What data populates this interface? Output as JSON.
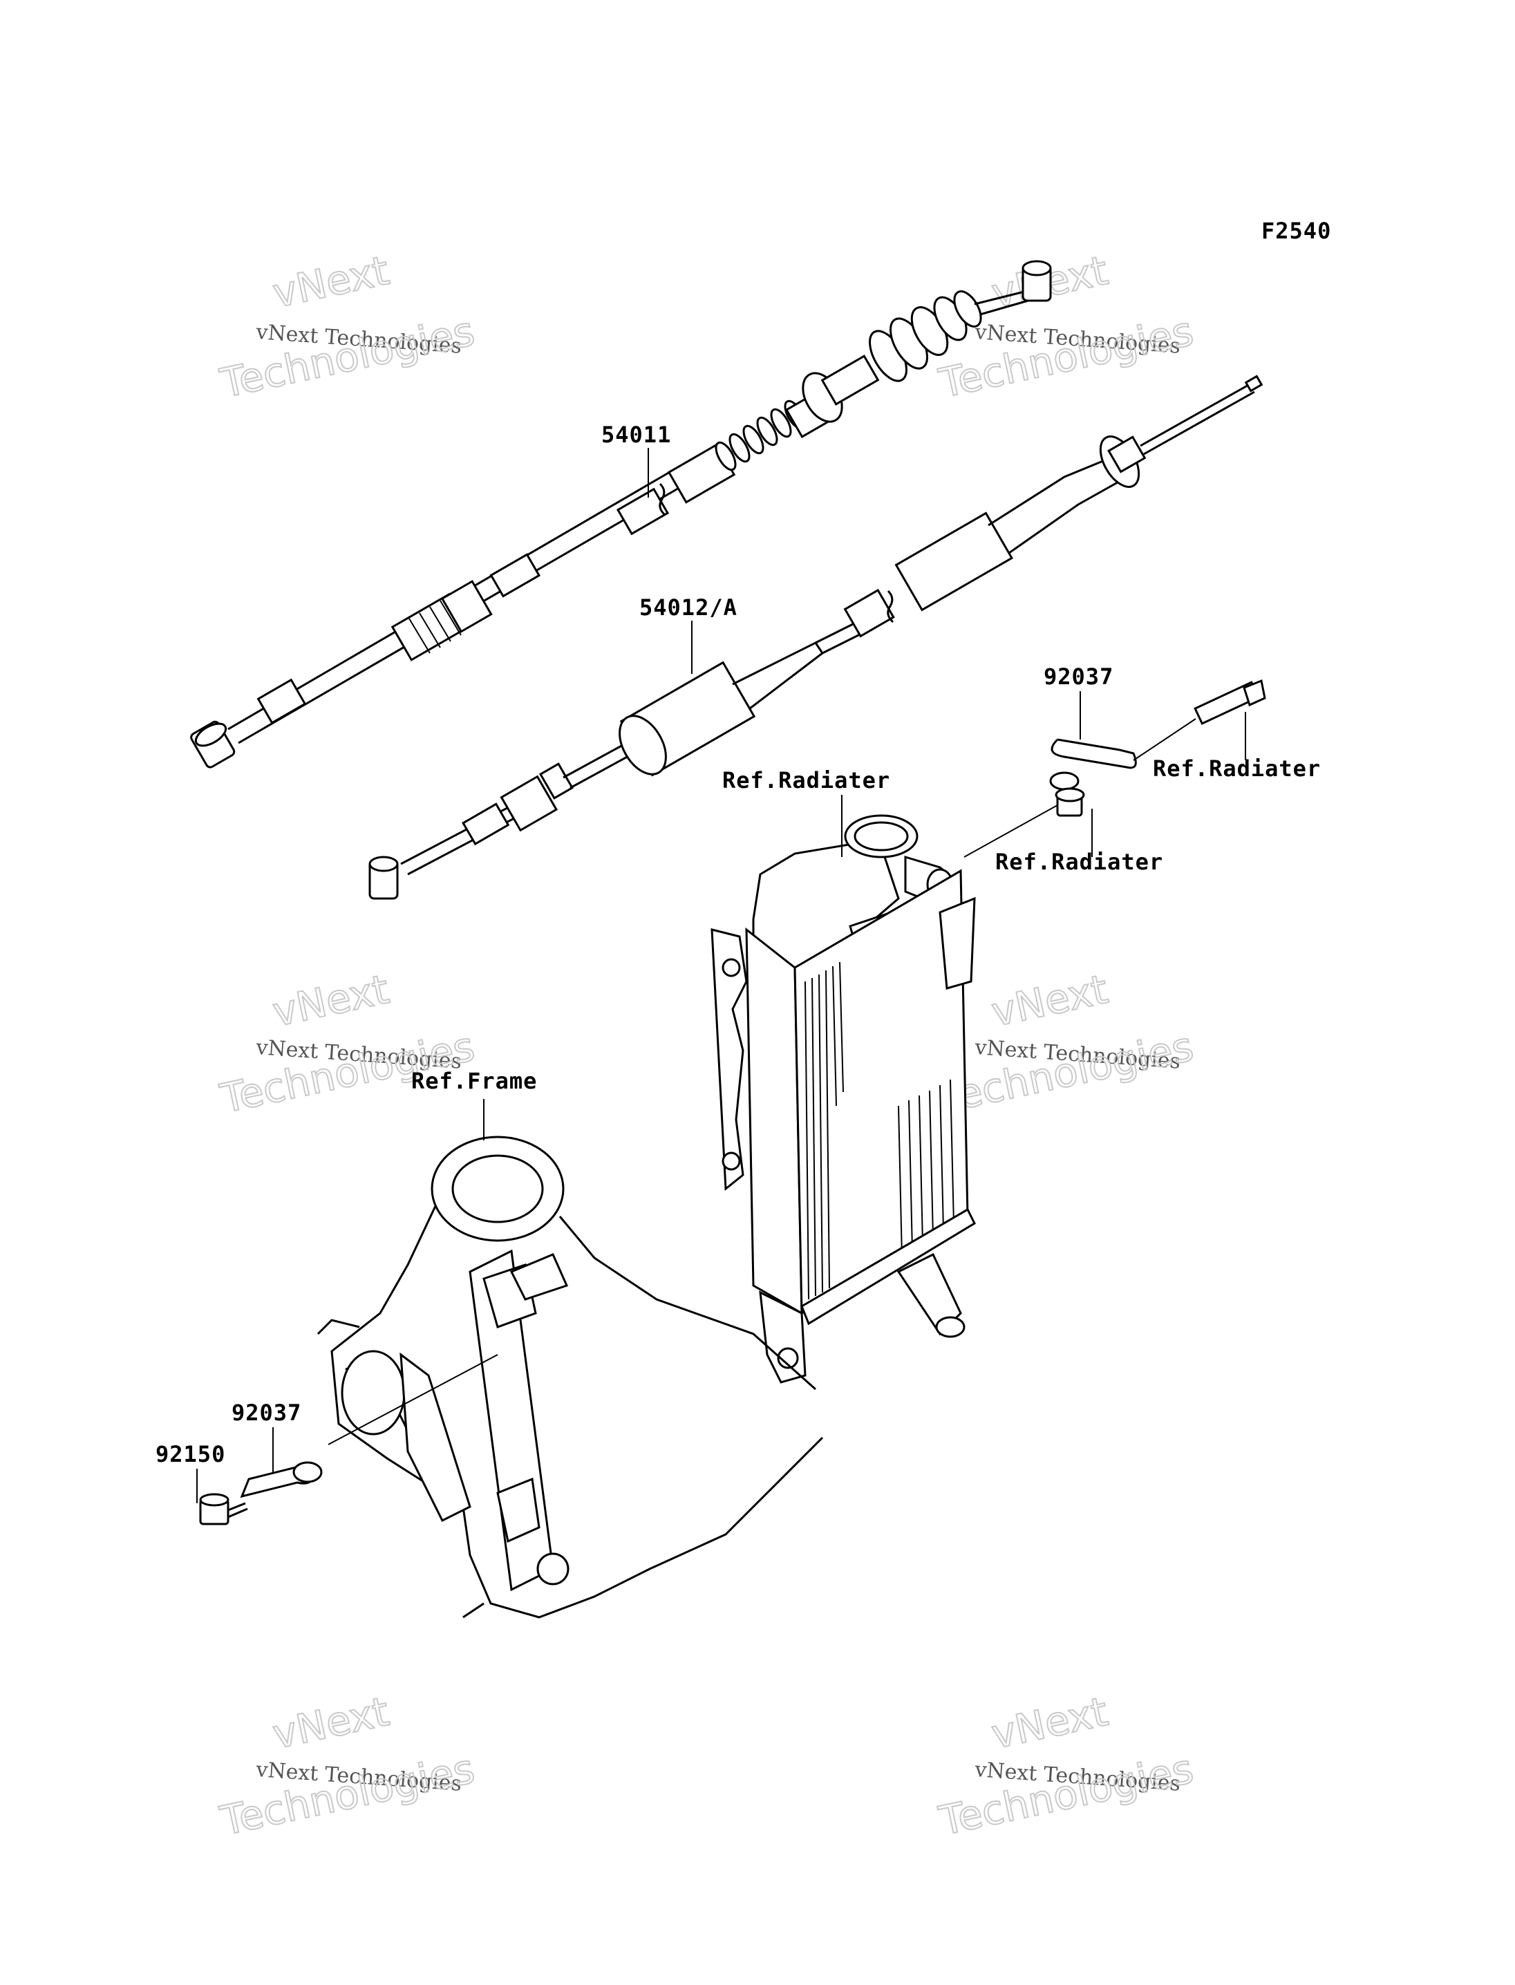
{
  "diagram_id": "F2540",
  "watermark": {
    "line1": "vNext Technologies",
    "line2": "vNext",
    "line3": "Technologies"
  },
  "labels": {
    "part_54011": "54011",
    "part_54012a": "54012/A",
    "part_92037_top": "92037",
    "part_92037_bottom": "92037",
    "part_92150": "92150",
    "ref_radiater_1": "Ref.Radiater",
    "ref_radiater_2": "Ref.Radiater",
    "ref_radiater_3": "Ref.Radiater",
    "ref_frame": "Ref.Frame"
  }
}
